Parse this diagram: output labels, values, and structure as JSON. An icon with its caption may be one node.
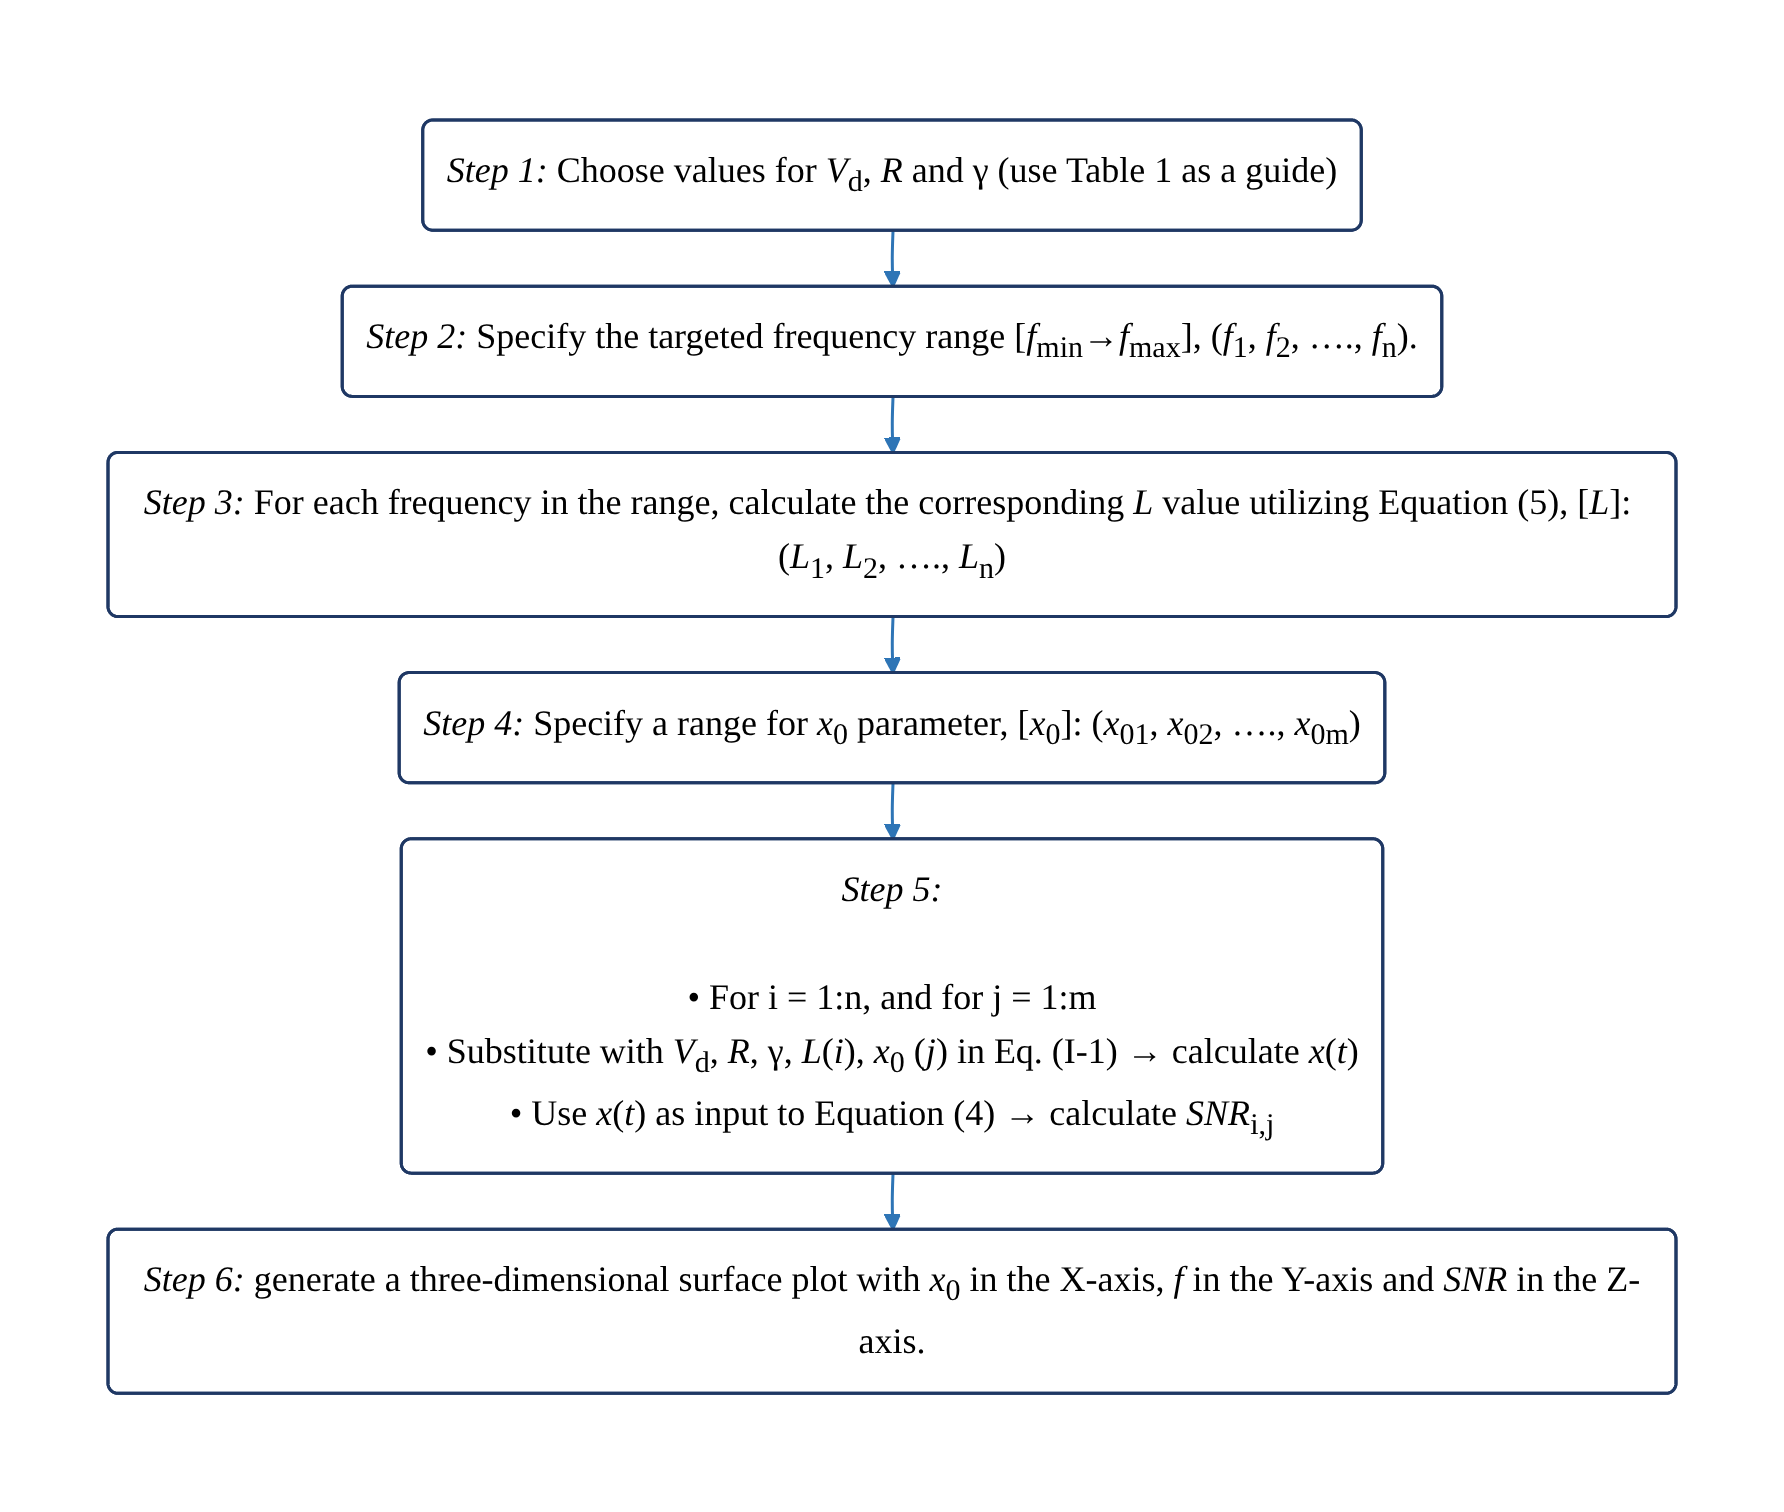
{
  "diagram": {
    "nodes": [
      {
        "text": [
          "*Step 1:* Choose values for *V*$_{d}$, *R* and γ (use Table 1 as a guide)"
        ]
      },
      {
        "text": [
          "*Step 2:* Specify the targeted frequency range [*f*$_{min}$→*f*$_{max}$], (*f*$_{1}$, *f*$_{2}$, …., *f*$_{n}$)."
        ]
      },
      {
        "text": [
          "*Step 3:* For each frequency in the range, calculate the corresponding *L* value utilizing Equation (5), [*L*]: (*L*$_{1}$, *L*$_{2}$, …., *L*$_{n}$)"
        ]
      },
      {
        "text": [
          "*Step 4:* Specify a range for *x*$_{0}$ parameter, [*x*$_{0}$]: (*x*$_{01}$, *x*$_{02}$, …., *x*$_{0m}$)"
        ]
      },
      {
        "text": [
          "*Step 5:*",
          "• For i = 1:n, and for j = 1:m",
          "• Substitute with *V*$_{d}$, *R*, γ, *L*(*i*), *x*$_{0}$ (*j*) in Eq. (I-1) → calculate *x*(*t*)",
          "• Use *x*(*t*) as input to Equation (4) → calculate *SNR*$_{i,j}$"
        ]
      },
      {
        "text": [
          "*Step 6:* generate a three-dimensional surface plot with *x*$_{0}$ in the X-axis, *f* in the Y-axis and *SNR* in the Z-axis."
        ]
      }
    ],
    "edges": [
      {
        "from": 0,
        "to": 1,
        "arrow": "to"
      },
      {
        "from": 1,
        "to": 2,
        "arrow": "to"
      },
      {
        "from": 2,
        "to": 3,
        "arrow": "to"
      },
      {
        "from": 3,
        "to": 4,
        "arrow": "to"
      },
      {
        "from": 4,
        "to": 5,
        "arrow": "to"
      }
    ]
  }
}
